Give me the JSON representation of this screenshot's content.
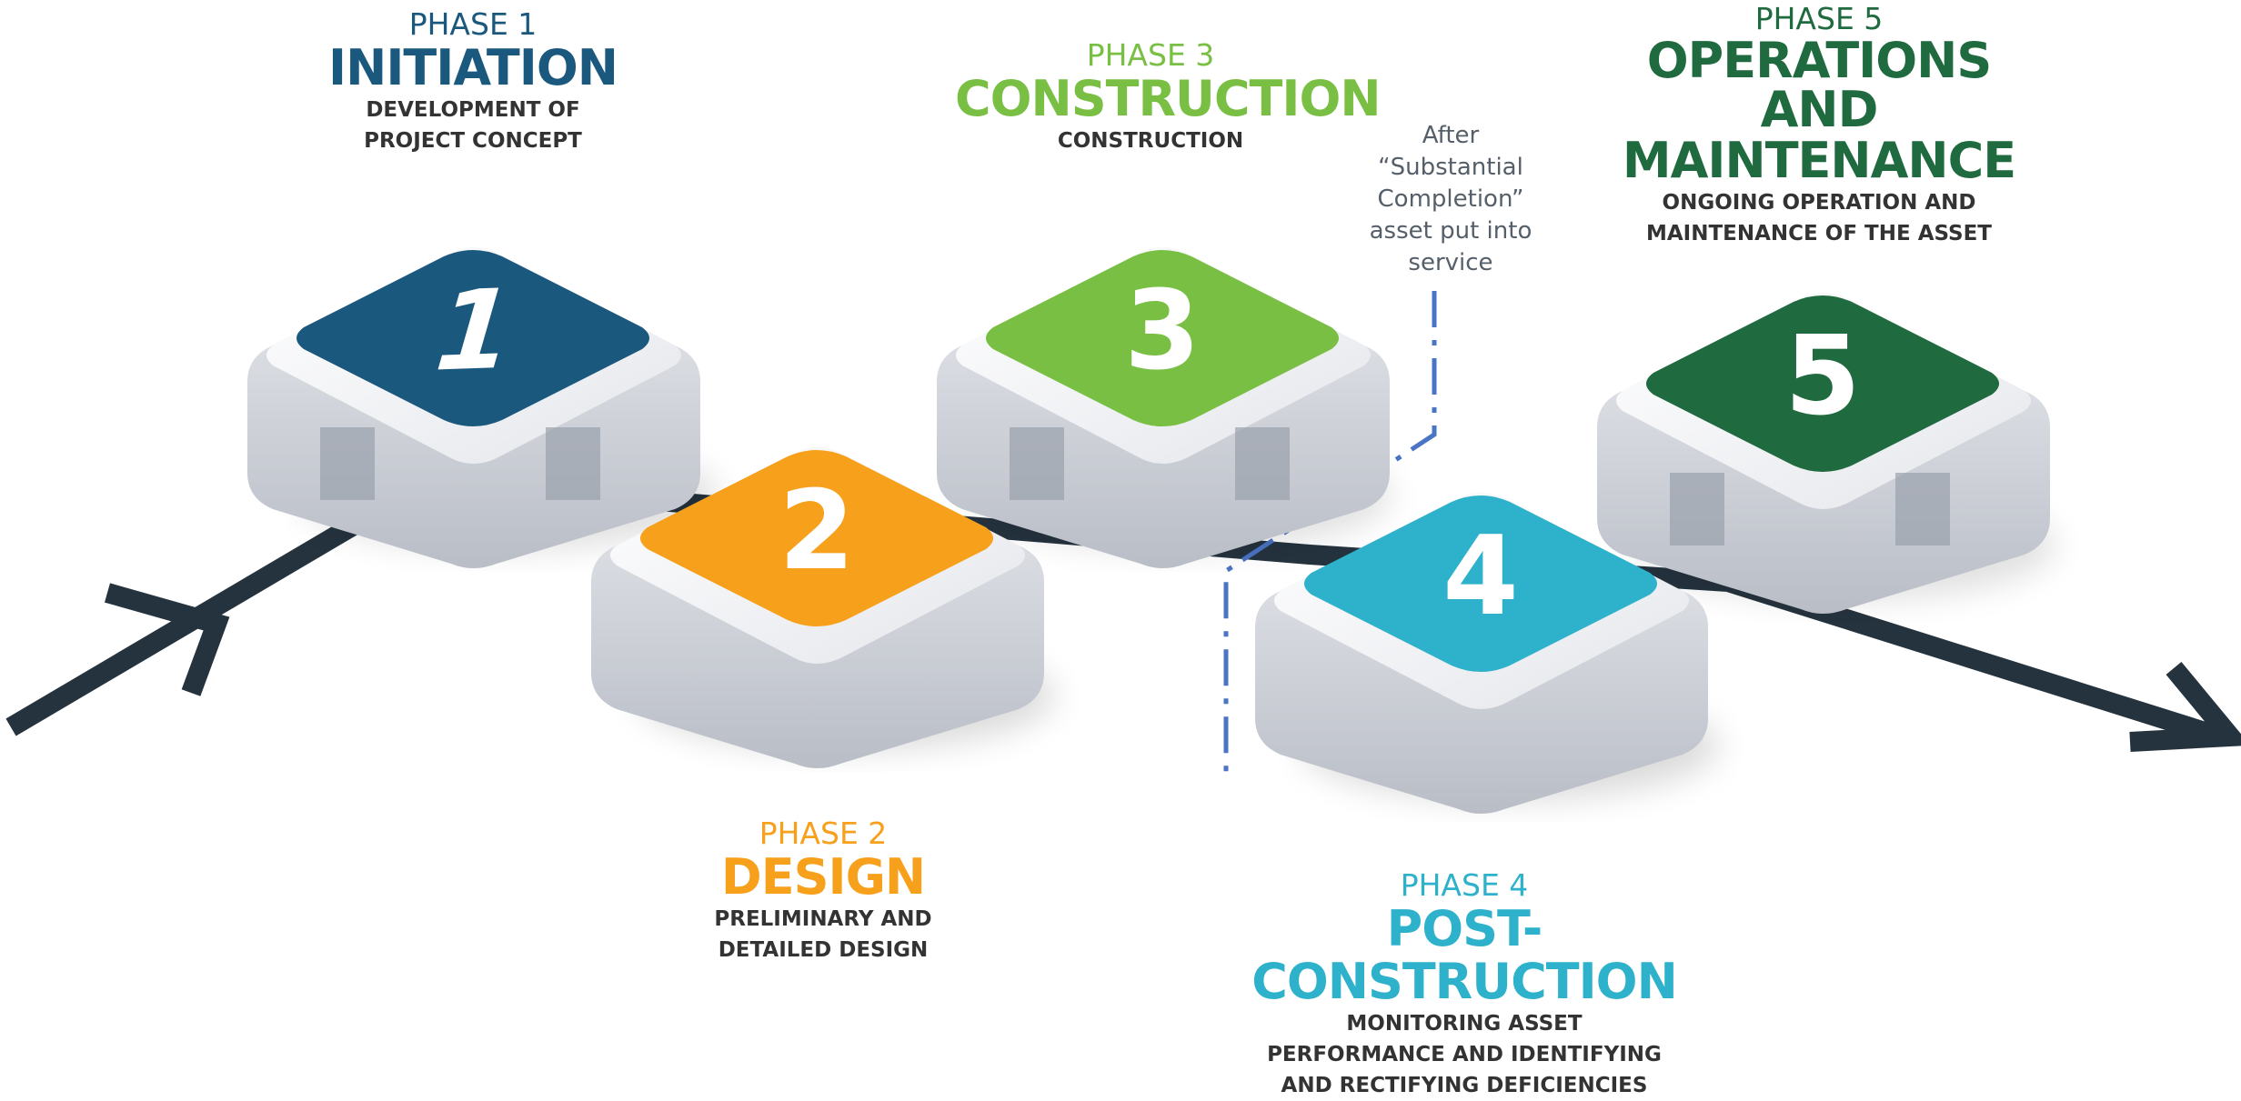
{
  "colors": {
    "phase1": "#1b587e",
    "phase2": "#f6a01c",
    "phase3": "#78bf43",
    "phase4": "#2eb1cb",
    "phase5": "#1f6a3e",
    "arrow": "#25333f",
    "dashed": "#4a74c4"
  },
  "phases": [
    {
      "number": "1",
      "phase_label": "PHASE 1",
      "title": "INITIATION",
      "desc1": "DEVELOPMENT OF",
      "desc2": "PROJECT CONCEPT",
      "desc3": ""
    },
    {
      "number": "2",
      "phase_label": "PHASE 2",
      "title": "DESIGN",
      "desc1": "PRELIMINARY AND",
      "desc2": "DETAILED DESIGN",
      "desc3": ""
    },
    {
      "number": "3",
      "phase_label": "PHASE 3",
      "title": "CONSTRUCTION",
      "desc1": "CONSTRUCTION",
      "desc2": "",
      "desc3": ""
    },
    {
      "number": "4",
      "phase_label": "PHASE 4",
      "title": "POST-CONSTRUCTION",
      "desc1": "MONITORING ASSET",
      "desc2": "PERFORMANCE AND IDENTIFYING",
      "desc3": "AND RECTIFYING DEFICIENCIES"
    },
    {
      "number": "5",
      "phase_label": "PHASE 5",
      "title1": "OPERATIONS AND",
      "title2": "MAINTENANCE",
      "desc1": "ONGOING OPERATION AND",
      "desc2": "MAINTENANCE OF THE ASSET",
      "desc3": ""
    }
  ],
  "note": {
    "line1": "After",
    "line2": "“Substantial",
    "line3": "Completion”",
    "line4": "asset put into",
    "line5": "service"
  }
}
